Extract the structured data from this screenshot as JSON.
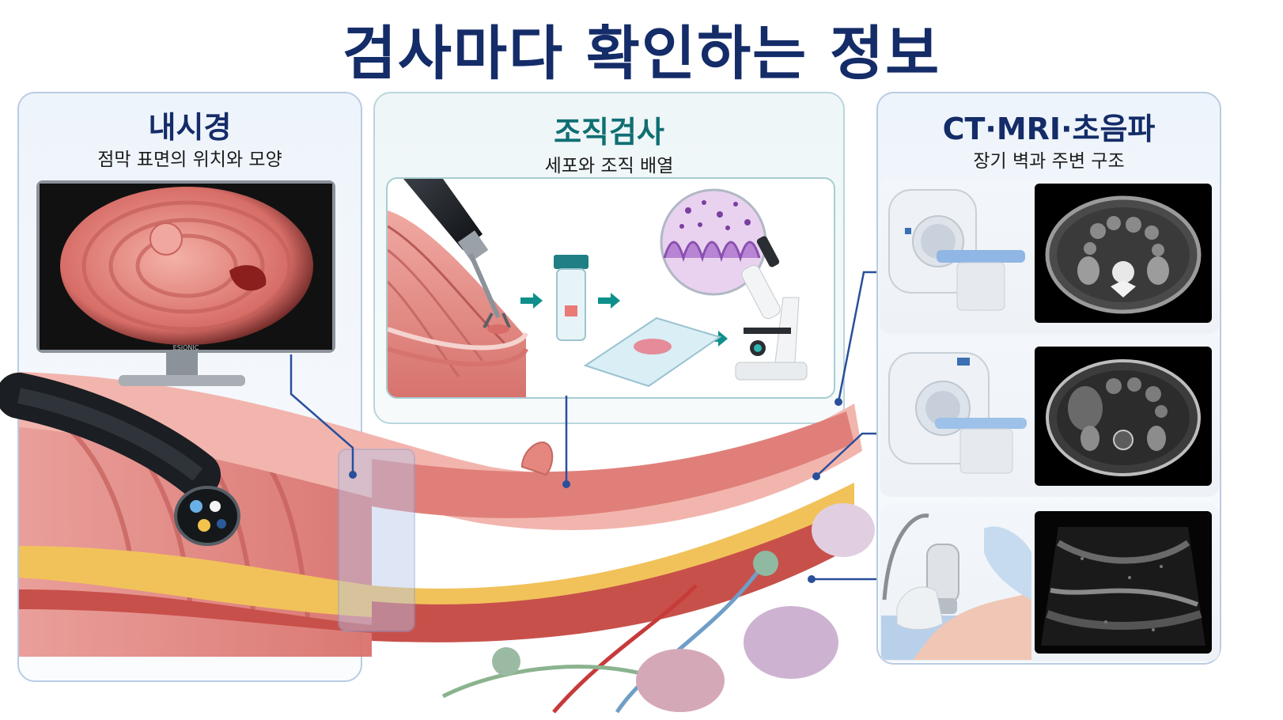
{
  "title": "검사마다 확인하는 정보",
  "panels": {
    "endoscopy": {
      "title": "내시경",
      "subtitle": "점막 표면의 위치와 모양",
      "title_color": "#142c68"
    },
    "biopsy": {
      "title": "조직검사",
      "subtitle": "세포와 조직 배열",
      "title_color": "#0f6f73"
    },
    "imaging": {
      "title": "CT·MRI·초음파",
      "subtitle": "장기 벽과 주변 구조",
      "title_color": "#142c68"
    }
  },
  "monitor": {
    "brand": "ESIONIC"
  },
  "colors": {
    "title": "#142c68",
    "teal": "#0f6f73",
    "leader_line": "#2a4f9a",
    "mucosa": "#e48b88",
    "fat": "#f1c25a",
    "muscle": "#c8504a",
    "panel_border": "#b9cce4"
  },
  "icons": [
    "ct-scanner-icon",
    "mri-scanner-icon",
    "ultrasound-probe-icon",
    "microscope-icon",
    "specimen-jar-icon",
    "glass-slide-icon",
    "endoscope-icon",
    "monitor-icon"
  ]
}
